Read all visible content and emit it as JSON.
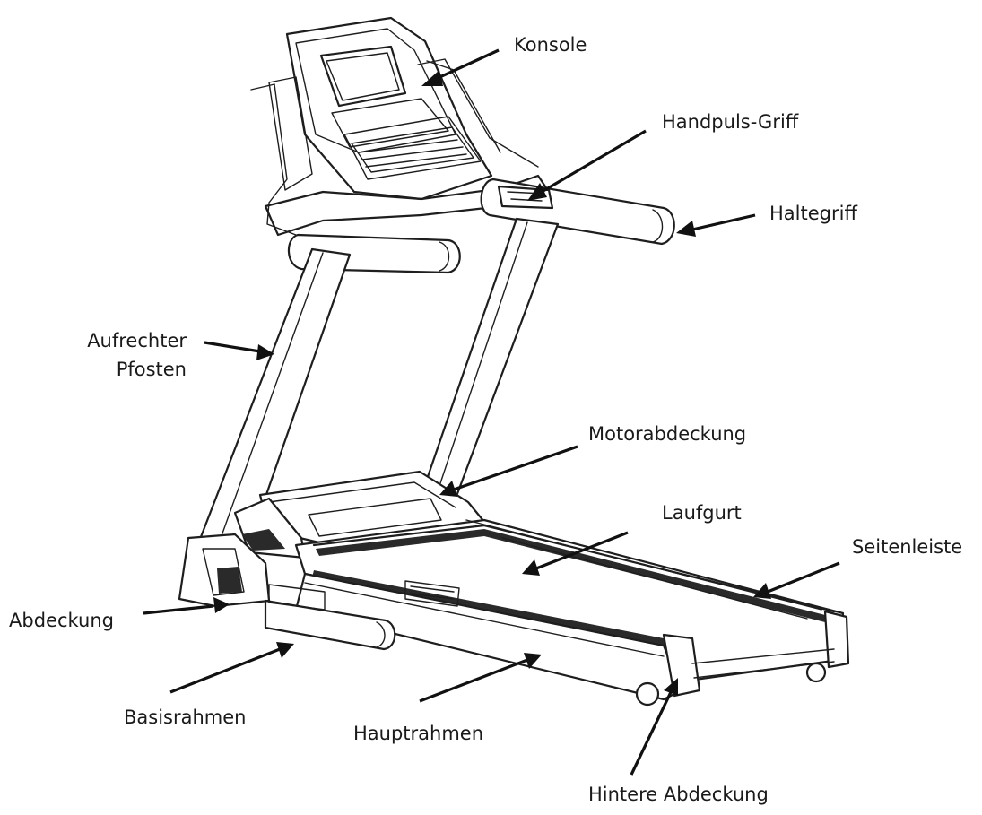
{
  "labels": {
    "konsole": "Konsole",
    "handpuls_griff": "Handpuls-Griff",
    "haltegriff": "Haltegriff",
    "aufrechter_pfosten_line1": "Aufrechter",
    "aufrechter_pfosten_line2": "Pfosten",
    "motorabdeckung": "Motorabdeckung",
    "laufgurt": "Laufgurt",
    "seitenleiste": "Seitenleiste",
    "abdeckung": "Abdeckung",
    "basisrahmen": "Basisrahmen",
    "hauptrahmen": "Hauptrahmen",
    "hintere_abdeckung": "Hintere Abdeckung"
  }
}
